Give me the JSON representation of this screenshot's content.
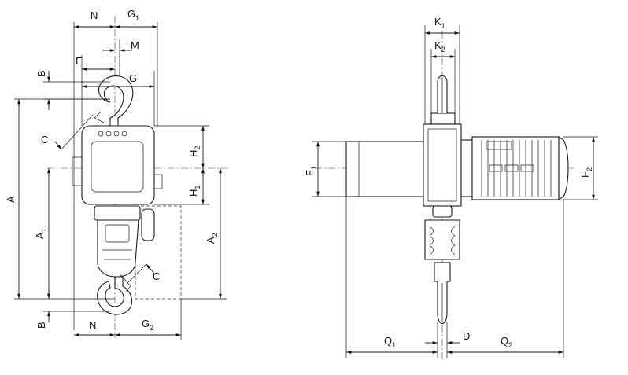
{
  "labels": {
    "N_top": "N",
    "G1": "G",
    "G1_sub": "1",
    "M": "M",
    "E": "E",
    "G": "G",
    "B_top": "B",
    "C_top": "C",
    "A": "A",
    "A1": "A",
    "A1_sub": "1",
    "H2": "H",
    "H2_sub": "2",
    "H1": "H",
    "H1_sub": "1",
    "A2": "A",
    "A2_sub": "2",
    "C_bottom": "C",
    "B_bottom": "B",
    "N_bottom": "N",
    "G2": "G",
    "G2_sub": "2",
    "K1": "K",
    "K1_sub": "1",
    "K2": "K",
    "K2_sub": "2",
    "F1": "F",
    "F1_sub": "1",
    "F2": "F",
    "F2_sub": "2",
    "Q1": "Q",
    "Q1_sub": "1",
    "D": "D",
    "Q2": "Q",
    "Q2_sub": "2"
  }
}
